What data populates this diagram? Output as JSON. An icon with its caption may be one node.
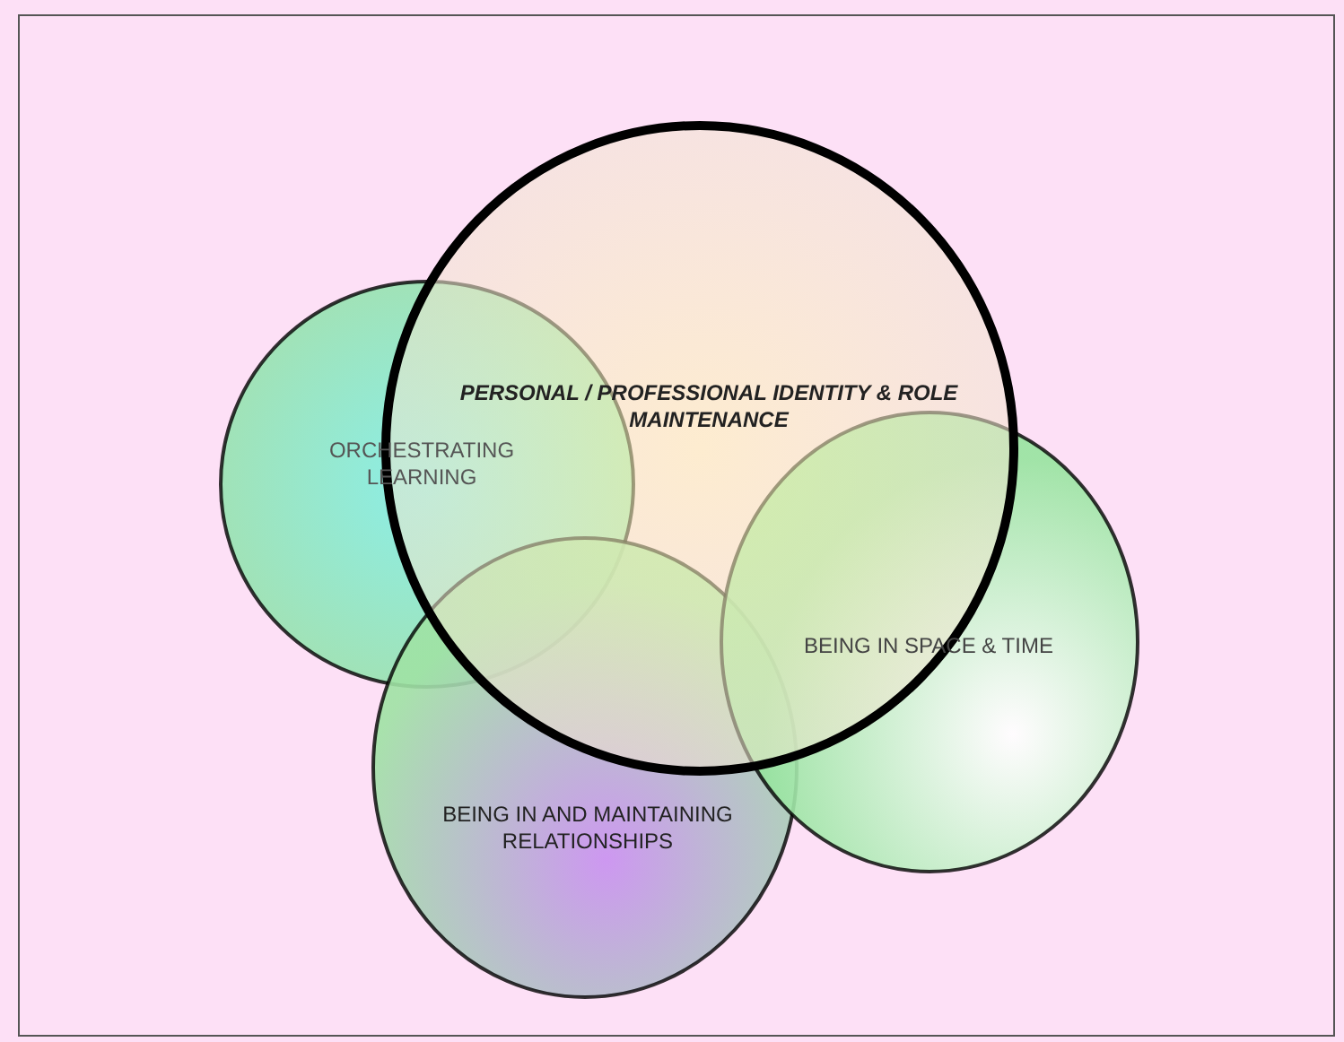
{
  "diagram": {
    "nodes": [
      {
        "text": [
          "PERSONAL / PROFESSIONAL IDENTITY & ROLE MAINTENANCE"
        ]
      },
      {
        "text": [
          "ORCHESTRATING LEARNING"
        ]
      },
      {
        "text": [
          "BEING IN SPACE & TIME"
        ]
      },
      {
        "text": [
          "BEING IN AND MAINTAINING RELATIONSHIPS"
        ]
      }
    ]
  }
}
